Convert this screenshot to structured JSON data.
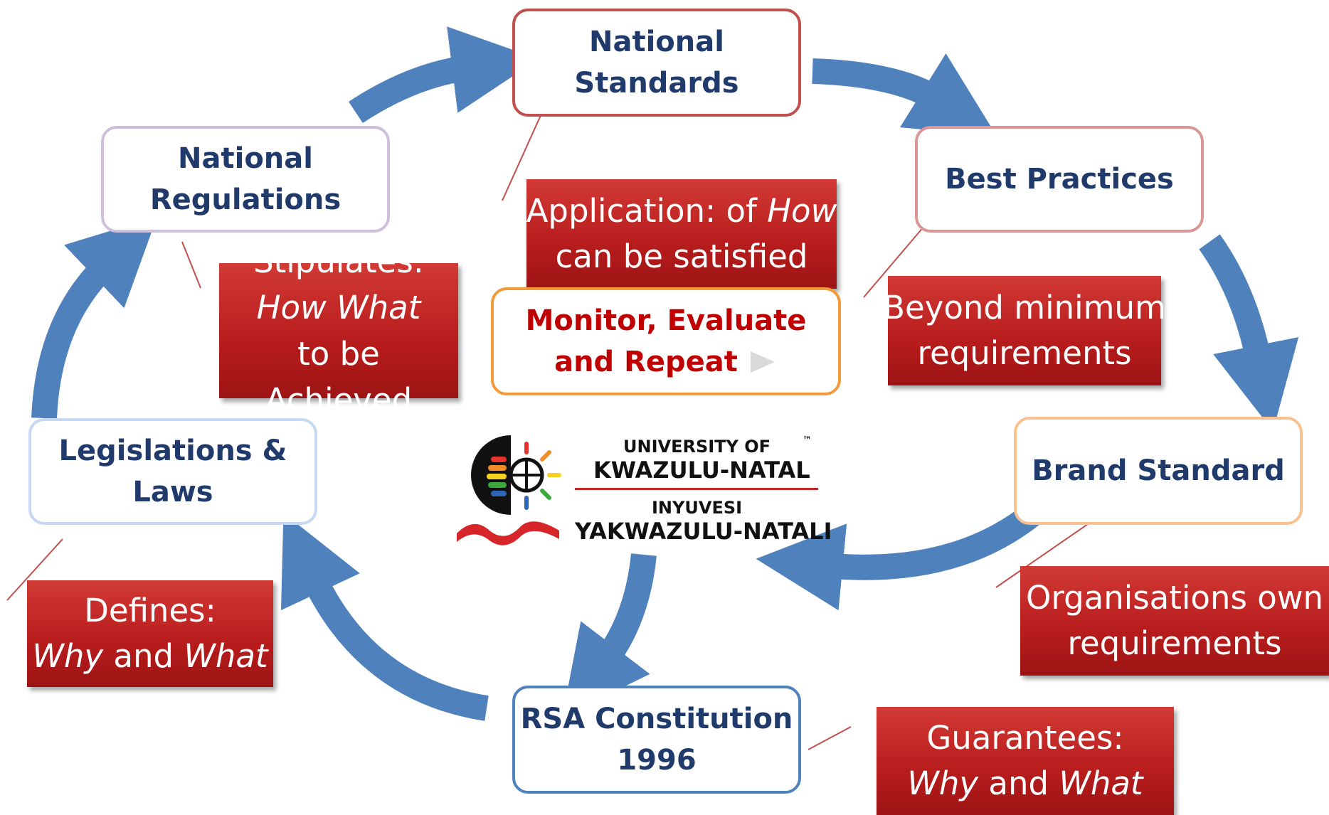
{
  "nodes": {
    "national_standards": [
      "National",
      "Standards"
    ],
    "best_practices": [
      "Best Practices"
    ],
    "brand_standard": [
      "Brand Standard"
    ],
    "rsa_constitution": [
      "RSA Constitution",
      "1996"
    ],
    "legislations_laws": [
      "Legislations &",
      "Laws"
    ],
    "national_regulations": [
      "National",
      "Regulations"
    ]
  },
  "callouts": {
    "application": {
      "line1_prefix": "Application: of ",
      "line1_italic": "How",
      "line2": "can be satisfied"
    },
    "beyond": {
      "line1": "Beyond minimum",
      "line2": "requirements"
    },
    "organisations": {
      "line1": "Organisations own",
      "line2": "requirements"
    },
    "guarantees": {
      "line1": "Guarantees:",
      "line2_italic_a": "Why",
      "line2_mid": " and ",
      "line2_italic_b": "What"
    },
    "defines": {
      "line1": "Defines:",
      "line2_italic_a": "Why",
      "line2_mid": " and ",
      "line2_italic_b": "What"
    },
    "stipulates": {
      "line1": "Stipulates:",
      "line2_italic": "How What",
      "line3": "to be",
      "line4": "Achieved"
    }
  },
  "center_box": {
    "line1": "Monitor, Evaluate",
    "line2": "and Repeat",
    "play_icon": "play-triangle-icon"
  },
  "logo": {
    "line1": "UNIVERSITY OF",
    "line2": "KWAZULU-NATAL",
    "line3": "INYUVESI",
    "line4": "YAKWAZULU-NATALI",
    "trademark": "™",
    "emblem_icon": "ukzn-shield-emblem-icon"
  },
  "colors": {
    "arrow": "#4f81bd",
    "callout_red": "#b71c1c",
    "node_text": "#1f3a6b",
    "national_standards_border": "#c0504d",
    "best_practices_border": "#d99694",
    "brand_standard_border": "#fac090",
    "rsa_constitution_border": "#4f81bd",
    "legislations_border": "#c6d9f1",
    "regulations_border": "#ccc0da",
    "monitor_border": "#f39a3b",
    "monitor_text": "#c00000"
  }
}
